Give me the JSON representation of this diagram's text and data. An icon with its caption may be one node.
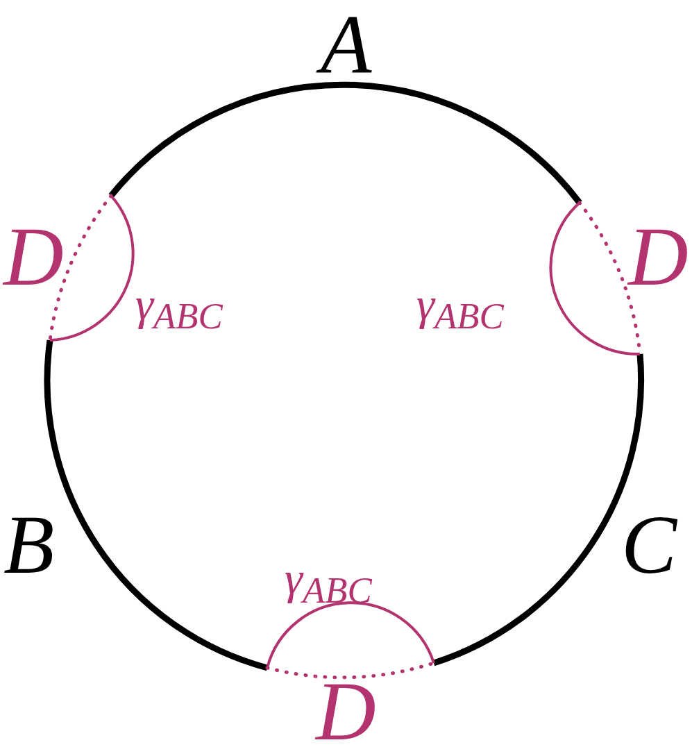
{
  "diagram": {
    "labels": [
      "A",
      "D",
      "D",
      "γ$_{ABC}$",
      "γ$_{ABC}$",
      "B",
      "C",
      "γ$_{ABC}$",
      "D"
    ]
  }
}
